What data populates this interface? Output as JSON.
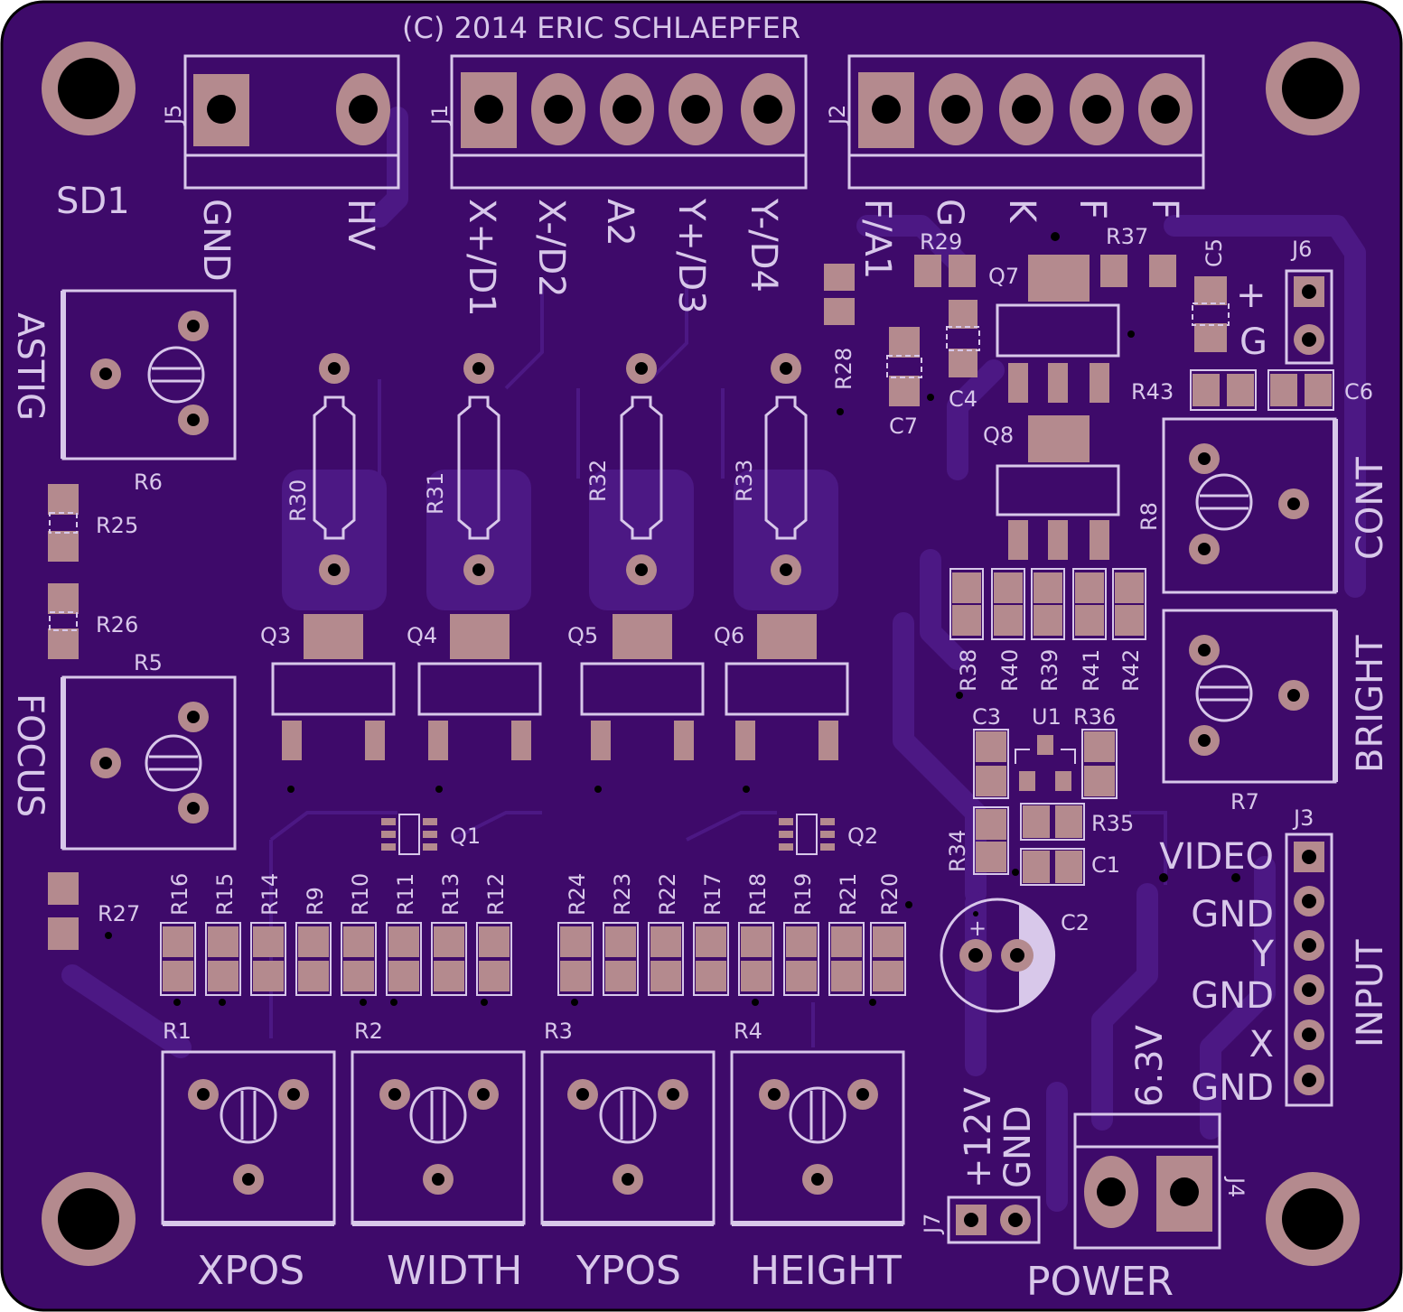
{
  "colors": {
    "board": "#3e0a6a",
    "trace": "#4c1884",
    "pad": "#b48a8e",
    "hole": "#000000",
    "silk": "#d8c8ea",
    "outline": "#000000"
  },
  "copyright": "(C) 2014 ERIC SCHLAEPFER",
  "headers": {
    "j5": {
      "ref": "J5",
      "pins": [
        "GND",
        "HV"
      ]
    },
    "j1": {
      "ref": "J1",
      "pins": [
        "X+/D1",
        "X-/D2",
        "A2",
        "Y+/D3",
        "Y-/D4"
      ]
    },
    "j2": {
      "ref": "J2",
      "pins": [
        "F/A1",
        "G",
        "K",
        "F",
        "F"
      ]
    },
    "sd1": "SD1"
  },
  "labels": {
    "astig": "ASTIG",
    "focus": "FOCUS",
    "cont": "CONT",
    "bright": "BRIGHT",
    "input": "INPUT",
    "xpos": "XPOS",
    "width": "WIDTH",
    "ypos": "YPOS",
    "height": "HEIGHT",
    "power": "POWER",
    "j6_plus": "+",
    "j6_g": "G",
    "j3_pins": [
      "VIDEO",
      "GND",
      "Y",
      "GND",
      "X",
      "GND"
    ],
    "j7_pins": [
      "+12V",
      "GND"
    ],
    "j4_pin": "6.3V"
  },
  "refs": {
    "r6": "R6",
    "r5": "R5",
    "r25": "R25",
    "r26": "R26",
    "r27": "R27",
    "r30": "R30",
    "r31": "R31",
    "r32": "R32",
    "r33": "R33",
    "q3": "Q3",
    "q4": "Q4",
    "q5": "Q5",
    "q6": "Q6",
    "q1": "Q1",
    "q2": "Q2",
    "r28": "R28",
    "r29": "R29",
    "r37": "R37",
    "q7": "Q7",
    "q8": "Q8",
    "c4": "C4",
    "c7": "C7",
    "c5": "C5",
    "c6": "C6",
    "r43": "R43",
    "j6": "J6",
    "r8": "R8",
    "r7": "R7",
    "j3": "J3",
    "j7": "J7",
    "j4": "J4",
    "c3": "C3",
    "u1": "U1",
    "r36": "R36",
    "r35": "R35",
    "r34": "R34",
    "c1": "C1",
    "c2": "C2",
    "c2_plus": "+",
    "r1": "R1",
    "r2": "R2",
    "r3": "R3",
    "r4": "R4",
    "bottom_left_resistors": [
      "R16",
      "R15",
      "R14",
      "R9",
      "R10",
      "R11",
      "R13",
      "R12"
    ],
    "bottom_right_resistors": [
      "R24",
      "R23",
      "R22",
      "R17",
      "R18",
      "R19",
      "R21",
      "R20"
    ],
    "driver_resistors": [
      "R38",
      "R40",
      "R39",
      "R41",
      "R42"
    ]
  }
}
